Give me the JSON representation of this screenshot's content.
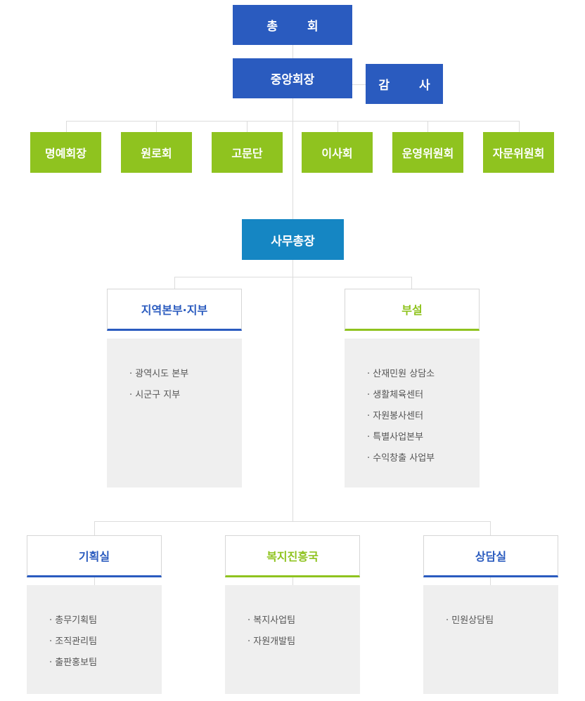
{
  "top": {
    "general_meeting": "총 회",
    "president": "중앙회장",
    "auditor": "감 사"
  },
  "committees": [
    "명예회장",
    "원로회",
    "고문단",
    "이사회",
    "운영위원회",
    "자문위원회"
  ],
  "secretary_general": "사무총장",
  "middle": [
    {
      "title": "지역본부·지부",
      "items": [
        "광역시도 본부",
        "시군구 지부"
      ]
    },
    {
      "title": "부설",
      "items": [
        "산재민원 상담소",
        "생활체육센터",
        "자원봉사센터",
        "특별사업본부",
        "수익창출 사업부"
      ]
    }
  ],
  "bottom": [
    {
      "title": "기획실",
      "items": [
        "총무기획팀",
        "조직관리팀",
        "출판홍보팀"
      ]
    },
    {
      "title": "복지진흥국",
      "items": [
        "복지사업팀",
        "자원개발팀"
      ]
    },
    {
      "title": "상담실",
      "items": [
        "민원상담팀"
      ]
    }
  ],
  "colors": {
    "blue": "#2a5bbf",
    "teal": "#1586c3",
    "green": "#8fc31f",
    "panel": "#efefef",
    "line": "#dcdcdc"
  }
}
